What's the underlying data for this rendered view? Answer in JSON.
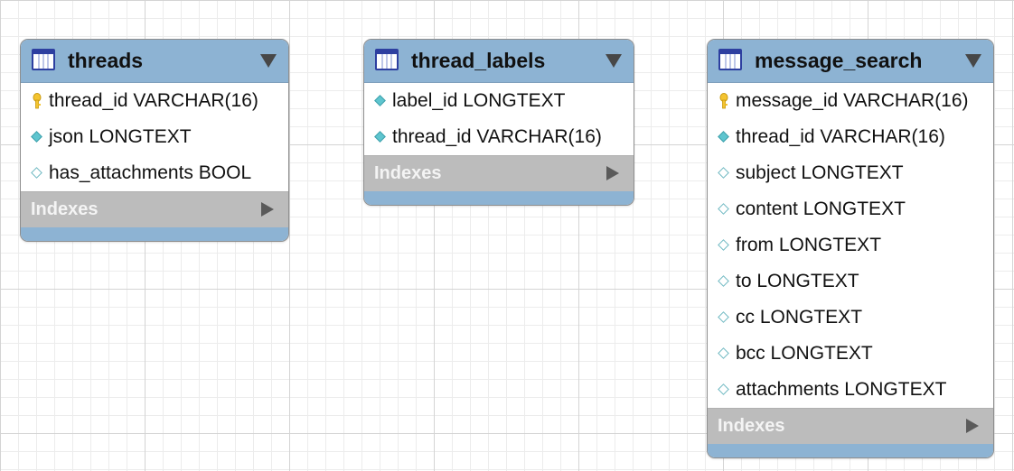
{
  "tables": [
    {
      "name": "threads",
      "icon": "table-icon",
      "columns": [
        {
          "text": "thread_id VARCHAR(16)",
          "marker": "key-icon"
        },
        {
          "text": "json LONGTEXT",
          "marker": "filled-diamond-icon"
        },
        {
          "text": "has_attachments BOOL",
          "marker": "empty-diamond-icon"
        }
      ],
      "indexes_label": "Indexes"
    },
    {
      "name": "thread_labels",
      "icon": "table-icon",
      "columns": [
        {
          "text": "label_id LONGTEXT",
          "marker": "filled-diamond-icon"
        },
        {
          "text": "thread_id VARCHAR(16)",
          "marker": "filled-diamond-icon"
        }
      ],
      "indexes_label": "Indexes"
    },
    {
      "name": "message_search",
      "icon": "table-icon",
      "columns": [
        {
          "text": "message_id VARCHAR(16)",
          "marker": "key-icon"
        },
        {
          "text": "thread_id VARCHAR(16)",
          "marker": "filled-diamond-icon"
        },
        {
          "text": "subject LONGTEXT",
          "marker": "empty-diamond-icon"
        },
        {
          "text": "content LONGTEXT",
          "marker": "empty-diamond-icon"
        },
        {
          "text": "from LONGTEXT",
          "marker": "empty-diamond-icon"
        },
        {
          "text": "to LONGTEXT",
          "marker": "empty-diamond-icon"
        },
        {
          "text": "cc LONGTEXT",
          "marker": "empty-diamond-icon"
        },
        {
          "text": "bcc LONGTEXT",
          "marker": "empty-diamond-icon"
        },
        {
          "text": "attachments LONGTEXT",
          "marker": "empty-diamond-icon"
        }
      ],
      "indexes_label": "Indexes"
    }
  ],
  "colors": {
    "header_blue": "#8db3d3",
    "indexes_gray": "#bcbcbc",
    "diamond_teal": "#5ec5cf",
    "key_yellow": "#f4c430"
  }
}
